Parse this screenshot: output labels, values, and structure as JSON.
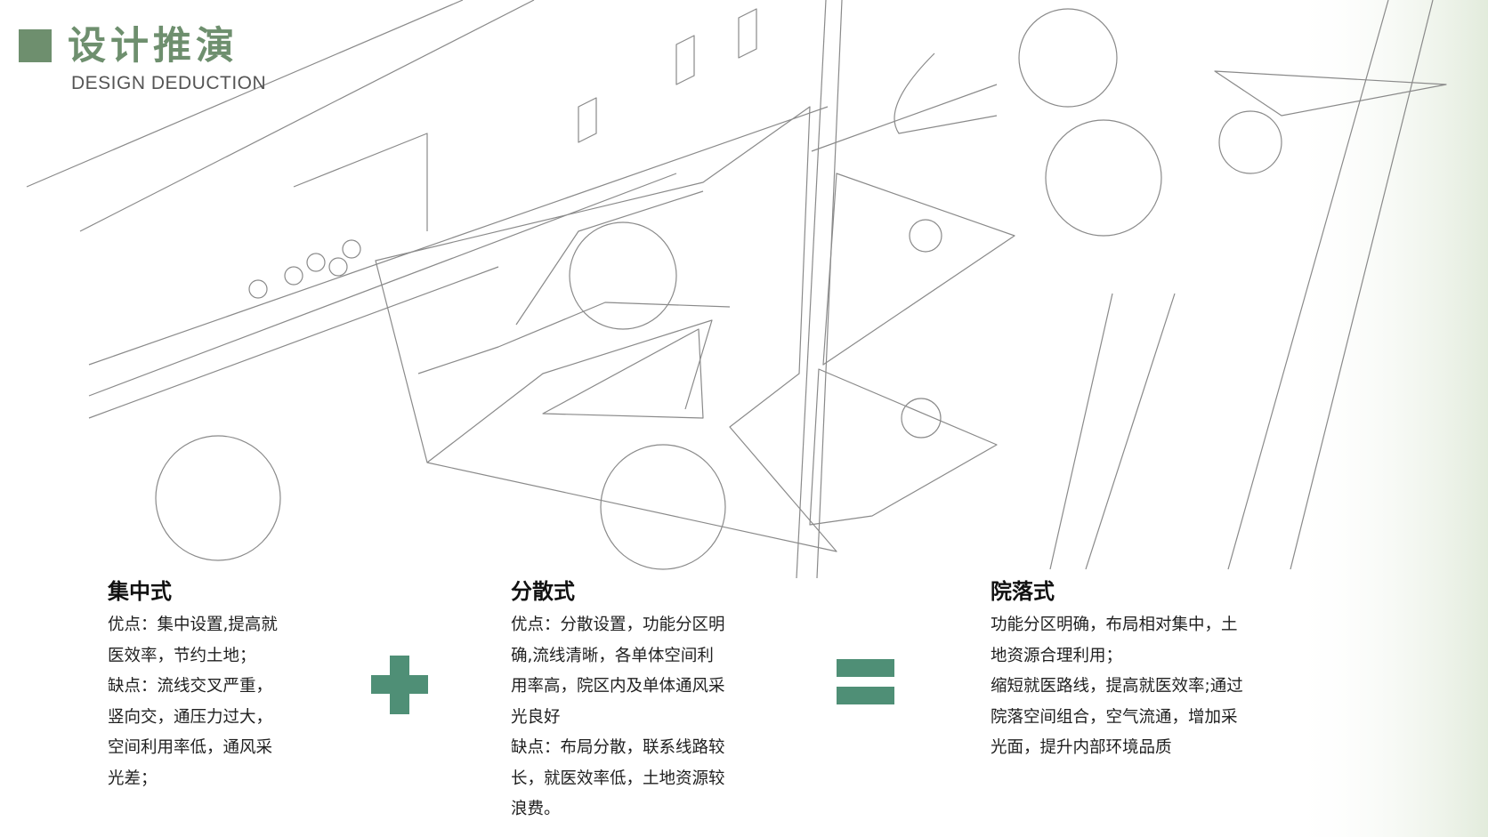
{
  "header": {
    "title": "设计推演",
    "subtitle": "DESIGN DEDUCTION"
  },
  "colors": {
    "accent": "#6e8f6e",
    "operator": "#4f8f76",
    "sketch_line": "#8a8a8a"
  },
  "columns": [
    {
      "heading": "集中式",
      "lines": [
        "优点：集中设置,提高就",
        "医效率，节约土地；",
        "缺点：流线交叉严重，",
        "竖向交，通压力过大，",
        "空间利用率低，通风采",
        "光差；"
      ]
    },
    {
      "heading": "分散式",
      "lines": [
        "优点：分散设置，功能分区明",
        "确,流线清晰，各单体空间利",
        "用率高，院区内及单体通风采",
        "光良好",
        "缺点：布局分散，联系线路较",
        "长，就医效率低，土地资源较",
        "浪费。"
      ]
    },
    {
      "heading": "院落式",
      "lines": [
        "功能分区明确，布局相对集中，土",
        "地资源合理利用；",
        "缩短就医路线，提高就医效率;通过",
        "院落空间组合，空气流通，增加采",
        "光面，提升内部环境品质"
      ]
    }
  ],
  "operators": {
    "plus": "plus-sign",
    "equals": "equals-sign"
  }
}
